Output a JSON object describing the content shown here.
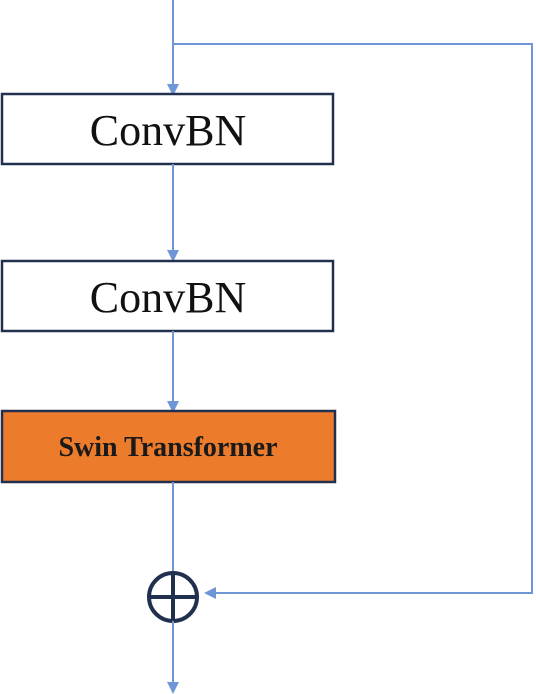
{
  "diagram": {
    "blocks": [
      {
        "label": "ConvBN",
        "style": "plain"
      },
      {
        "label": "ConvBN",
        "style": "plain"
      },
      {
        "label": "Swin Transformer",
        "style": "highlight"
      }
    ],
    "sum_node": {
      "symbol": "plus-circle"
    },
    "colors": {
      "arrow": "#6f96d6",
      "box_border": "#22304f",
      "plain_fill": "#ffffff",
      "highlight_fill": "#ec7b2b",
      "sum_node": "#22304f"
    }
  }
}
